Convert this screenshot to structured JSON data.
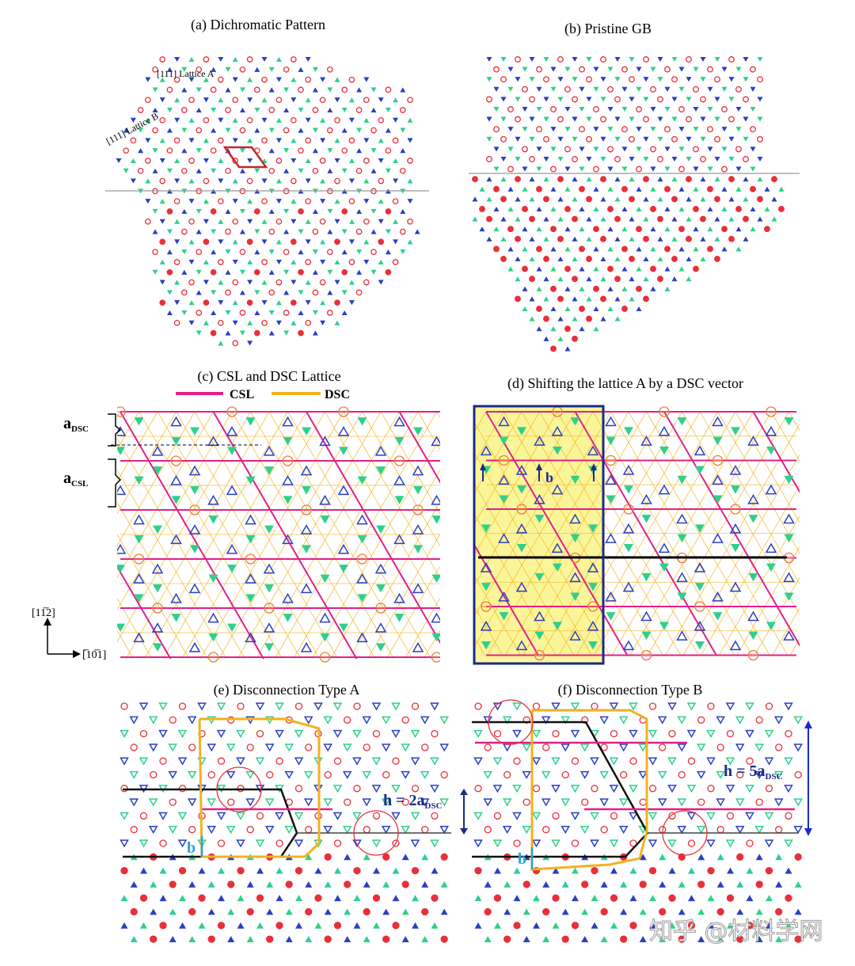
{
  "panels": {
    "a": {
      "title": "(a) Dichromatic Pattern",
      "label_lattice_a": "[111] Lattice A",
      "label_lattice_b": "[111] Lattice B"
    },
    "b": {
      "title": "(b) Pristine GB"
    },
    "c": {
      "title": "(c) CSL and DSC Lattice",
      "legend_csl": "CSL",
      "legend_dsc": "DSC",
      "a_dsc_main": "a",
      "a_dsc_sub": "DSC",
      "a_csl_main": "a",
      "a_csl_sub": "CSL",
      "axis_up": "[11̅2]",
      "axis_right": "[̅10̅1]"
    },
    "d": {
      "title": "(d) Shifting the lattice A by a DSC vector",
      "b_label": "b"
    },
    "e": {
      "title": "(e) Disconnection Type A",
      "h_label": "h = 2a",
      "h_sub": "DSC",
      "b_label": "b"
    },
    "f": {
      "title": "(f) Disconnection Type B",
      "h_label": "h = 5a",
      "h_sub": "DSC",
      "b_label": "b"
    }
  },
  "watermark": "知乎 @材料学网",
  "colors": {
    "red": "#e8303a",
    "blue": "#2b3fc4",
    "green": "#2fd08a",
    "csl": "#e0208a",
    "dsc": "#f2b21e",
    "orange": "#f07a3a",
    "box": "#1a2a8a",
    "highlight": "#fbf59a"
  }
}
